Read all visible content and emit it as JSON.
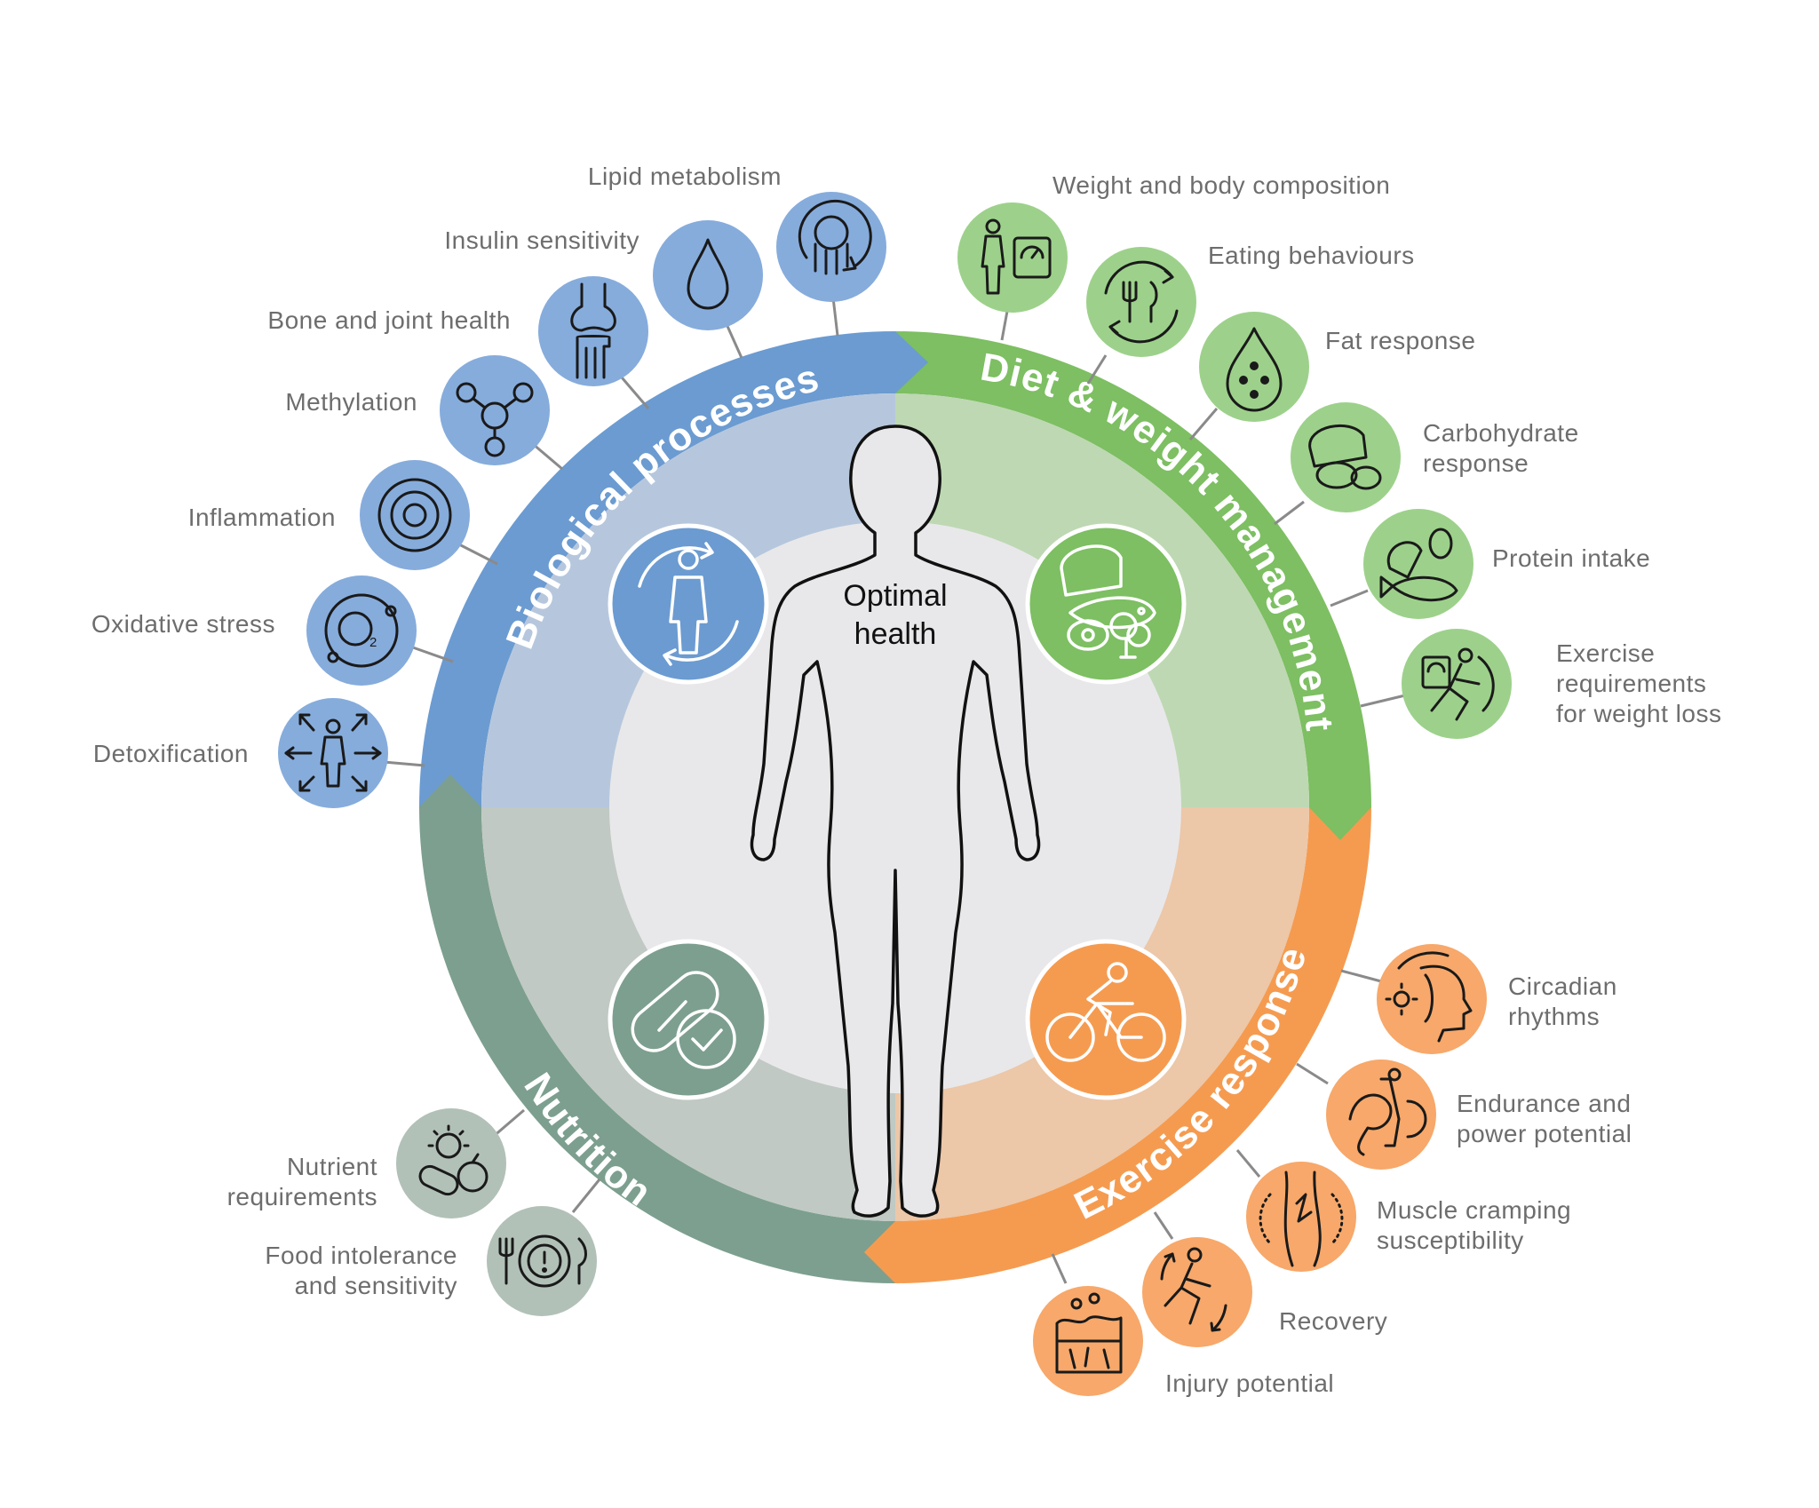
{
  "center": {
    "line1": "Optimal",
    "line2": "health"
  },
  "colors": {
    "blue": "#6b9bd1",
    "blue_light": "#b6c7dd",
    "blue_icon": "#86acdc",
    "green": "#7dbf62",
    "green_light": "#bed8b3",
    "green_icon": "#9dd18b",
    "orange": "#f59b50",
    "orange_light": "#ecc7a8",
    "orange_icon": "#f7a86a",
    "teal": "#7d9f8f",
    "teal_light": "#c0c9c3",
    "teal_icon": "#b2c1b8",
    "center_fill": "#e8e8ea"
  },
  "sections": {
    "biological": {
      "title": "Biological processes",
      "items": [
        {
          "label": "Lipid metabolism",
          "icon": "lipid-icon"
        },
        {
          "label": "Insulin sensitivity",
          "icon": "drop-icon"
        },
        {
          "label": "Bone and joint health",
          "icon": "knee-joint-icon"
        },
        {
          "label": "Methylation",
          "icon": "molecule-icon"
        },
        {
          "label": "Inflammation",
          "icon": "concentric-rings-icon"
        },
        {
          "label": "Oxidative stress",
          "icon": "oxygen-icon"
        },
        {
          "label": "Detoxification",
          "icon": "body-arrows-icon"
        }
      ]
    },
    "diet": {
      "title": "Diet & weight management",
      "items": [
        {
          "label": "Weight and body composition",
          "icon": "body-scale-icon"
        },
        {
          "label": "Eating behaviours",
          "icon": "cutlery-cycle-icon"
        },
        {
          "label": "Fat response",
          "icon": "fat-drop-icon"
        },
        {
          "label": "Carbohydrate response",
          "line1": "Carbohydrate",
          "line2": "response",
          "icon": "bread-potato-icon"
        },
        {
          "label": "Protein intake",
          "icon": "meat-egg-fish-icon"
        },
        {
          "label": "Exercise requirements for weight loss",
          "line1": "Exercise",
          "line2": "requirements",
          "line3": "for weight loss",
          "icon": "scale-runner-icon"
        }
      ]
    },
    "exercise": {
      "title": "Exercise response",
      "items": [
        {
          "label": "Circadian rhythms",
          "line1": "Circadian",
          "line2": "rhythms",
          "icon": "head-sun-icon"
        },
        {
          "label": "Endurance and power potential",
          "line1": "Endurance and",
          "line2": "power potential",
          "icon": "muscle-icon"
        },
        {
          "label": "Muscle cramping susceptibility",
          "line1": "Muscle cramping",
          "line2": "susceptibility",
          "icon": "cramp-leg-icon"
        },
        {
          "label": "Recovery",
          "icon": "recovery-runner-icon"
        },
        {
          "label": "Injury potential",
          "icon": "injury-tissue-icon"
        }
      ]
    },
    "nutrition": {
      "title": "Nutrition",
      "items": [
        {
          "label": "Nutrient requirements",
          "line1": "Nutrient",
          "line2": "requirements",
          "icon": "sun-pill-fruit-icon"
        },
        {
          "label": "Food intolerance and sensitivity",
          "line1": "Food intolerance",
          "line2": "and sensitivity",
          "icon": "plate-alert-icon"
        }
      ]
    }
  },
  "inner_icons": {
    "biological": "body-cycle-icon",
    "diet": "food-group-icon",
    "exercise": "cyclist-icon",
    "nutrition": "capsule-check-icon"
  }
}
